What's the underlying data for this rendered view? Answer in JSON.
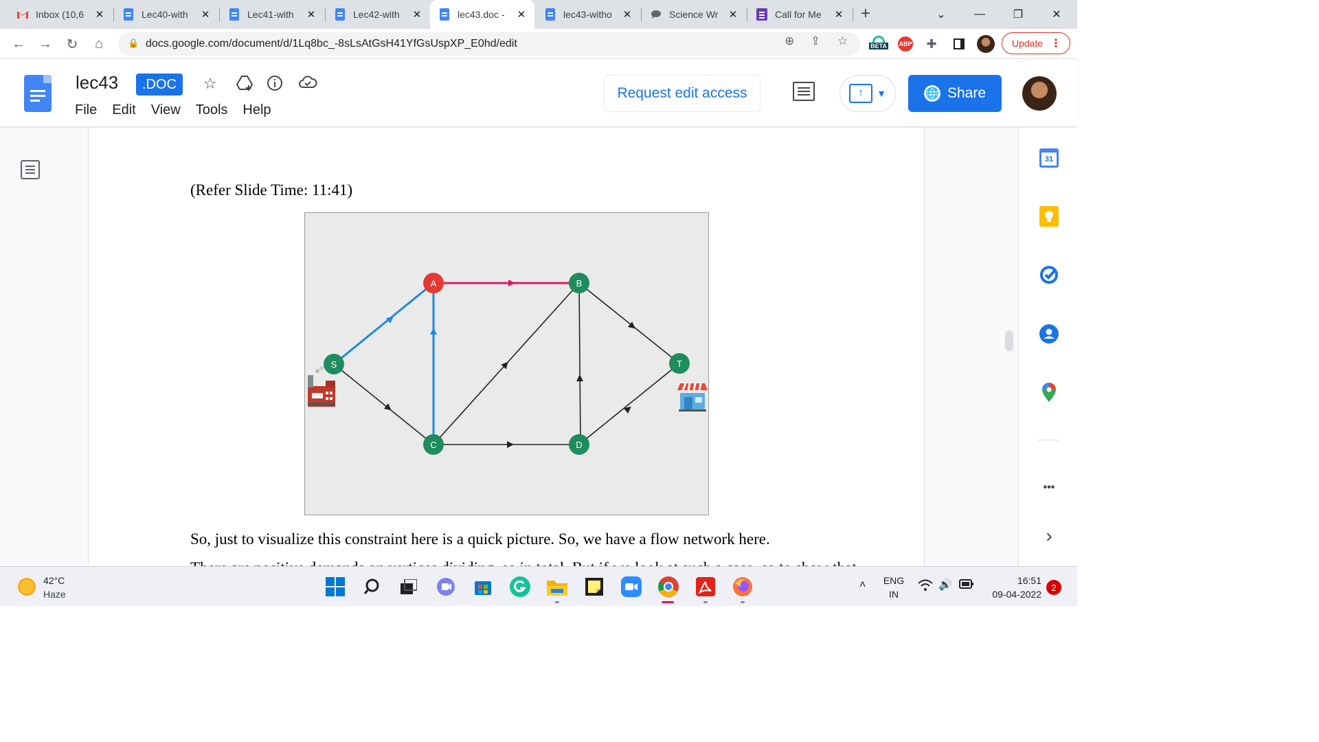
{
  "browser": {
    "tabs": [
      {
        "title": "Inbox (10,6",
        "icon": "gmail-icon"
      },
      {
        "title": "Lec40-with",
        "icon": "docs-icon"
      },
      {
        "title": "Lec41-with",
        "icon": "docs-icon"
      },
      {
        "title": "Lec42-with",
        "icon": "docs-icon"
      },
      {
        "title": "lec43.doc -",
        "icon": "docs-icon",
        "active": true
      },
      {
        "title": "lec43-witho",
        "icon": "docs-icon"
      },
      {
        "title": "Science Wr",
        "icon": "chat-icon"
      },
      {
        "title": "Call for Me",
        "icon": "forms-icon"
      }
    ],
    "new_tab_label": "+",
    "url": "docs.google.com/document/d/1Lq8bc_-8sLsAtGsH41YfGsUspXP_E0hd/edit",
    "beta_label": "BETA",
    "abp_label": "ABP",
    "update_label": "Update"
  },
  "docs": {
    "title": "lec43",
    "badge": ".DOC",
    "menu": [
      "File",
      "Edit",
      "View",
      "Tools",
      "Help"
    ],
    "request_edit_label": "Request edit access",
    "share_label": "Share"
  },
  "document": {
    "refer_text": "(Refer Slide Time: 11:41)",
    "paragraph": "So, just to visualize this constraint here is a quick picture. So, we have a flow network here.",
    "paragraph_next": "There are positive demands on vertices dividing, so in total. But if we look at such a case, so to show that"
  },
  "diagram": {
    "nodes": [
      {
        "label": "S",
        "color": "#1e8c5e"
      },
      {
        "label": "A",
        "color": "#e53935"
      },
      {
        "label": "B",
        "color": "#1e8c5e"
      },
      {
        "label": "C",
        "color": "#1e8c5e"
      },
      {
        "label": "D",
        "color": "#1e8c5e"
      },
      {
        "label": "T",
        "color": "#1e8c5e"
      }
    ],
    "edge_colors": {
      "blue": "#1e88e5",
      "pink": "#d81b60",
      "black": "#222222"
    }
  },
  "side_panel": {
    "calendar_label": "31",
    "more_label": "•••",
    "expand_label": "›"
  },
  "taskbar": {
    "temperature": "42°C",
    "weather": "Haze",
    "lang": "ENG",
    "region": "IN",
    "time": "16:51",
    "date": "09-04-2022",
    "notifications": "2"
  }
}
